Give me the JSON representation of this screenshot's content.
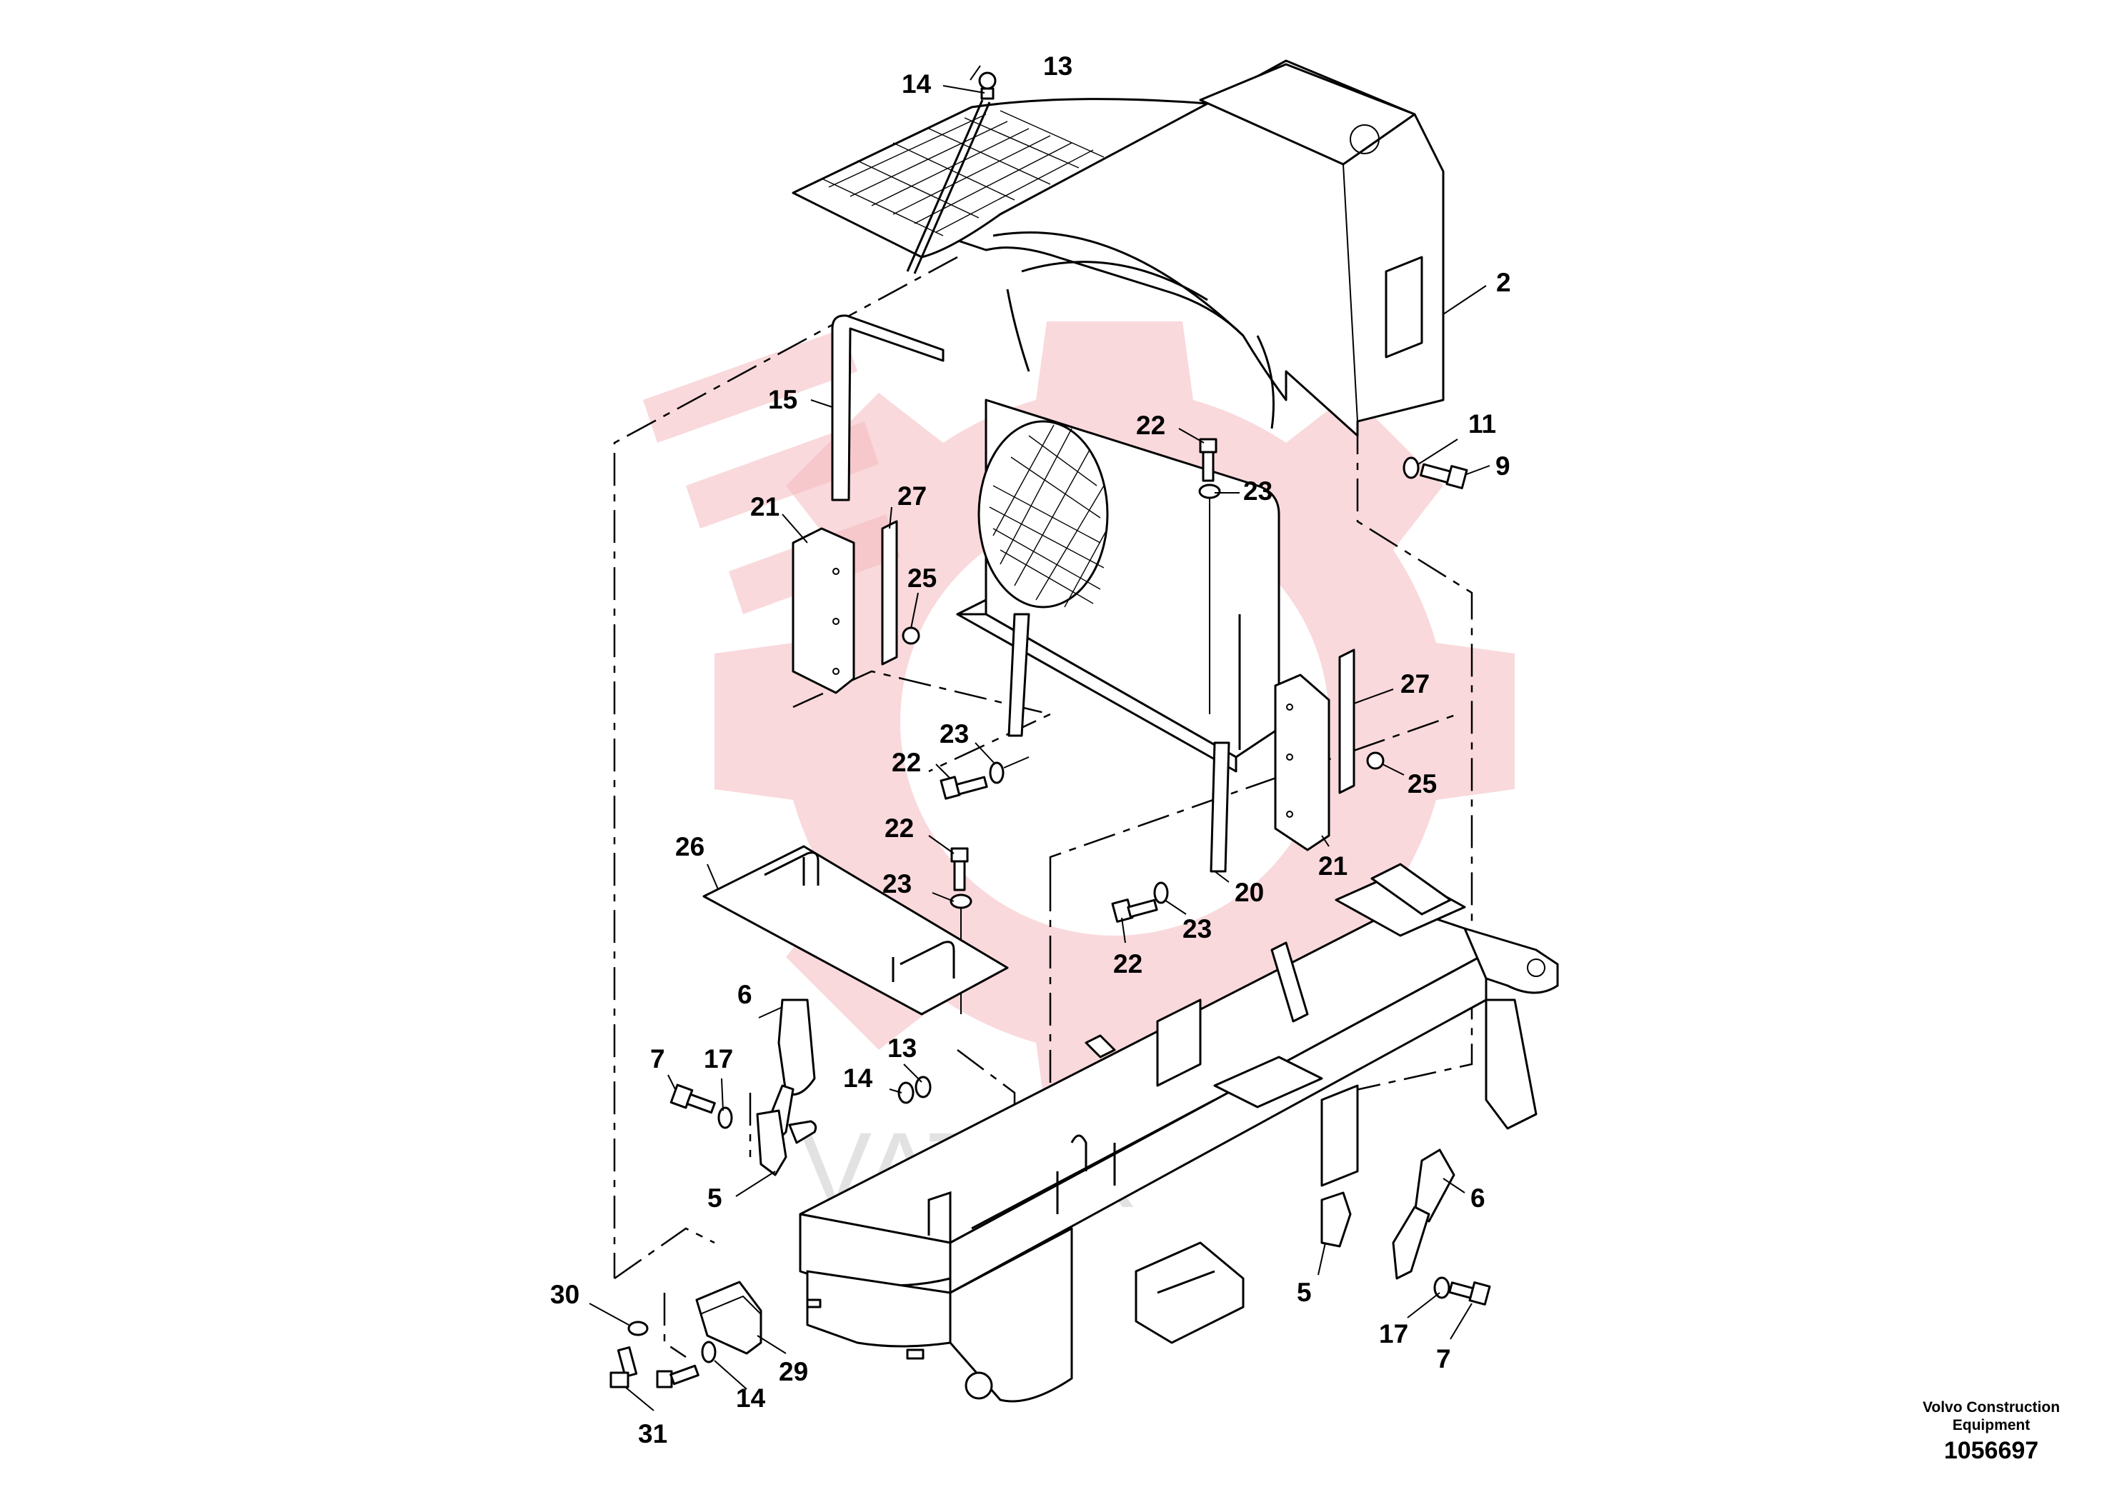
{
  "diagram": {
    "watermark_text": "VATEX",
    "callouts": [
      {
        "id": "c13a",
        "text": "13"
      },
      {
        "id": "c14a",
        "text": "14"
      },
      {
        "id": "c2",
        "text": "2"
      },
      {
        "id": "c15",
        "text": "15"
      },
      {
        "id": "c22a",
        "text": "22"
      },
      {
        "id": "c11",
        "text": "11"
      },
      {
        "id": "c23a",
        "text": "23"
      },
      {
        "id": "c9",
        "text": "9"
      },
      {
        "id": "c21a",
        "text": "21"
      },
      {
        "id": "c27a",
        "text": "27"
      },
      {
        "id": "c25a",
        "text": "25"
      },
      {
        "id": "c27b",
        "text": "27"
      },
      {
        "id": "c23b",
        "text": "23"
      },
      {
        "id": "c22b",
        "text": "22"
      },
      {
        "id": "c25b",
        "text": "25"
      },
      {
        "id": "c22c",
        "text": "22"
      },
      {
        "id": "c26",
        "text": "26"
      },
      {
        "id": "c23c",
        "text": "23"
      },
      {
        "id": "c21b",
        "text": "21"
      },
      {
        "id": "c20",
        "text": "20"
      },
      {
        "id": "c23d",
        "text": "23"
      },
      {
        "id": "c22d",
        "text": "22"
      },
      {
        "id": "c6a",
        "text": "6"
      },
      {
        "id": "c7a",
        "text": "7"
      },
      {
        "id": "c17a",
        "text": "17"
      },
      {
        "id": "c13b",
        "text": "13"
      },
      {
        "id": "c14b",
        "text": "14"
      },
      {
        "id": "c5a",
        "text": "5"
      },
      {
        "id": "c6b",
        "text": "6"
      },
      {
        "id": "c5b",
        "text": "5"
      },
      {
        "id": "c17b",
        "text": "17"
      },
      {
        "id": "c7b",
        "text": "7"
      },
      {
        "id": "c30",
        "text": "30"
      },
      {
        "id": "c29",
        "text": "29"
      },
      {
        "id": "c14c",
        "text": "14"
      },
      {
        "id": "c31",
        "text": "31"
      }
    ]
  },
  "credit": {
    "company": "Volvo Construction Equipment",
    "drawing_number": "1056697"
  }
}
